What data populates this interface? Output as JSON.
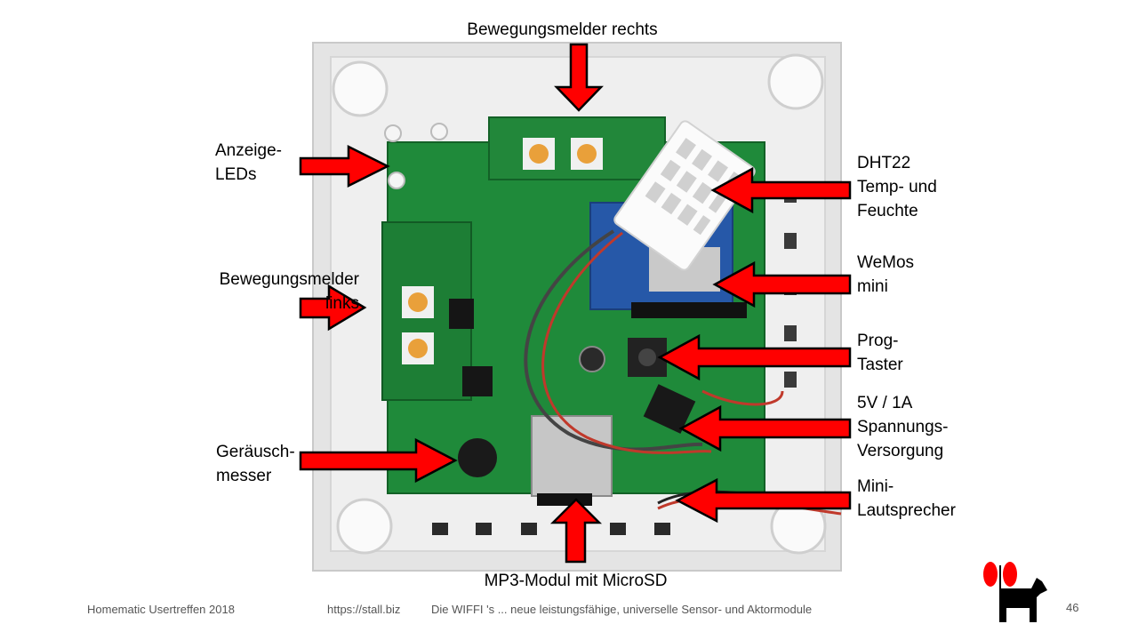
{
  "labels": {
    "top": "Bewegungsmelder rechts",
    "leds": "Anzeige-\nLEDs",
    "pir_left": "Bewegungsmelder\nlinks",
    "noise": "Geräusch-\nmesser",
    "dht": "DHT22\nTemp- und\nFeuchte",
    "wemos": "WeMos\nmini",
    "prog": "Prog-\nTaster",
    "power": "5V / 1A\nSpannungs-\nVersorgung",
    "speaker": "Mini-\nLautsprecher",
    "mp3": "MP3-Modul mit MicroSD"
  },
  "footer": {
    "event": "Homematic Usertreffen 2018",
    "url": "https://stall.biz",
    "title": "Die WIFFI 's ... neue leistungsfähige, universelle Sensor- und Aktormodule",
    "page": "46"
  },
  "colors": {
    "arrow": "#ff0000",
    "pcb": "#1f8a3a",
    "enclosure": "#e9e9e9",
    "logo_dog": "#000000",
    "logo_ears": "#ff0000"
  }
}
